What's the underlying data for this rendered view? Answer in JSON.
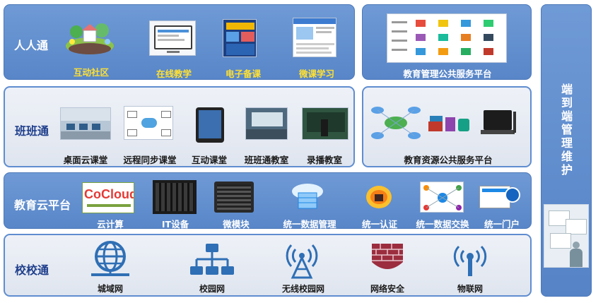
{
  "rows": {
    "renren": {
      "label": "人人通",
      "items": [
        "互动社区",
        "在线教学",
        "电子备课",
        "微课学习"
      ]
    },
    "banban": {
      "label": "班班通",
      "items": [
        "桌面云课堂",
        "远程同步课堂",
        "互动课堂",
        "班班通教室",
        "录播教室"
      ]
    },
    "cloud": {
      "label": "教育云平台",
      "cocloud_logo": "CoCloud",
      "items": [
        "云计算",
        "IT设备",
        "微模块",
        "统一数据管理",
        "统一认证",
        "统一数据交换",
        "统一门户"
      ]
    },
    "campus": {
      "label": "校校通",
      "items": [
        "城域网",
        "校园网",
        "无线校园网",
        "网络安全",
        "物联网"
      ]
    }
  },
  "platforms": {
    "management": "教育管理公共服务平台",
    "resources": "教育资源公共服务平台"
  },
  "sidebar": {
    "chars": [
      "端",
      "到",
      "端",
      "管",
      "理",
      "维",
      "护"
    ]
  },
  "colors": {
    "panel_blue": "#5f8dd0",
    "caption_yellow": "#ffe033",
    "label_dark_blue": "#1f3f8c",
    "icon_blue": "#2f6fb5"
  },
  "icons": [
    "globe-network-icon",
    "hierarchy-network-icon",
    "wireless-tower-icon",
    "firewall-icon",
    "iot-antenna-icon"
  ]
}
